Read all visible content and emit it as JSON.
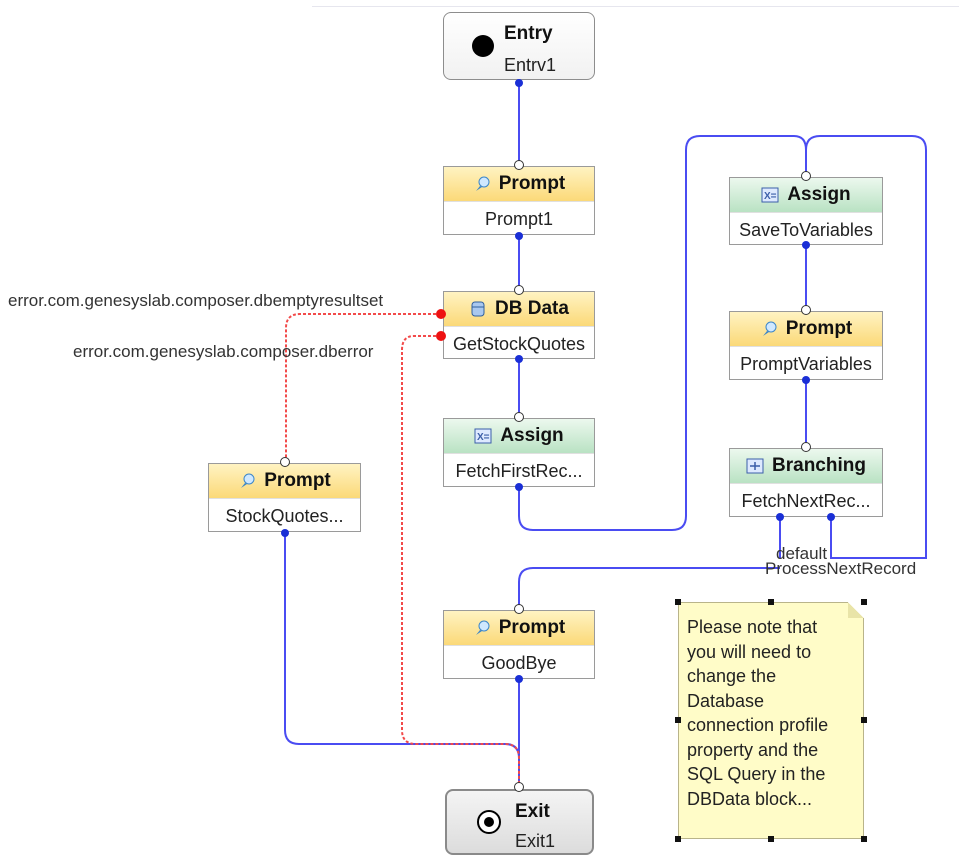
{
  "entry": {
    "title": "Entry",
    "name": "Entrv1"
  },
  "exit": {
    "title": "Exit",
    "name": "Exit1"
  },
  "blocks": {
    "prompt1": {
      "type": "Prompt",
      "name": "Prompt1"
    },
    "dbdata": {
      "type": "DB Data",
      "name": "GetStockQuotes"
    },
    "assign1": {
      "type": "Assign",
      "name": "FetchFirstRec..."
    },
    "stockprompt": {
      "type": "Prompt",
      "name": "StockQuotes..."
    },
    "assign2": {
      "type": "Assign",
      "name": "SaveToVariables"
    },
    "prompt2": {
      "type": "Prompt",
      "name": "PromptVariables"
    },
    "branching": {
      "type": "Branching",
      "name": "FetchNextRec..."
    },
    "goodbye": {
      "type": "Prompt",
      "name": "GoodBye"
    }
  },
  "edge_labels": {
    "dbempty": "error.com.genesyslab.composer.dbemptyresultset",
    "dberror": "error.com.genesyslab.composer.dberror",
    "default": "default",
    "process_next": "ProcessNextRecord"
  },
  "note": {
    "lines": [
      "Please note that",
      "you will need to",
      "change the",
      "Database",
      "connection profile",
      "property and the",
      "SQL Query in the",
      "DBData block..."
    ]
  },
  "colors": {
    "flow": "#4a4cf2",
    "error": "#f24a4a",
    "port": "#1a2fd6",
    "error_port": "#ee1111",
    "prompt_header": "#fbd978",
    "assign_header": "#b9e2c3",
    "note_bg": "#fffcc8"
  },
  "icons": {
    "entry": "filled-circle-icon",
    "exit": "target-circle-icon",
    "prompt": "speech-bubble-icon",
    "assign": "variable-x-icon",
    "dbdata": "database-icon",
    "branching": "branch-icon"
  }
}
